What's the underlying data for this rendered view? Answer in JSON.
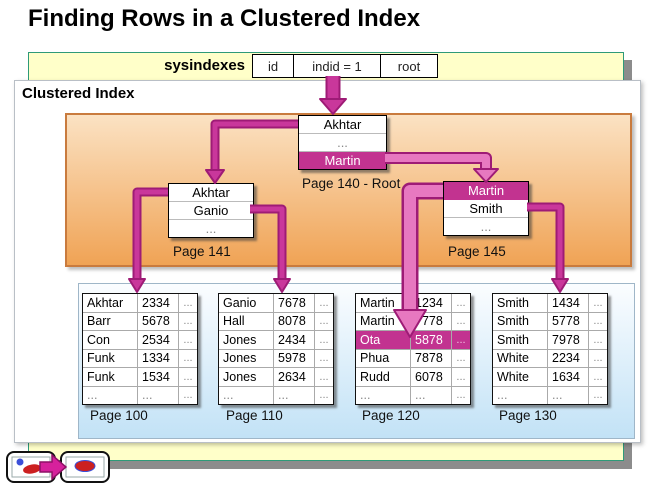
{
  "title": "Finding Rows in a Clustered Index",
  "colors": {
    "accent": "#C23390",
    "accent_dark": "#9E1B76",
    "accent_mid": "#C9379B",
    "accent_light": "#E778C0",
    "yellow_bg": "#FFFFC9",
    "yellow_border": "#2E9A78",
    "orange_top": "#FBE2C3",
    "orange_bottom": "#F0A355",
    "orange_border": "#C97B3E",
    "leaf_top": "#FBFDFF",
    "leaf_bottom": "#C2E2F6"
  },
  "sysindexes": {
    "label": "sysindexes",
    "cells": [
      "id",
      "indid = 1",
      "root"
    ]
  },
  "clustered_index_label": "Clustered Index",
  "index_pages": {
    "root": {
      "rows": [
        "Akhtar",
        "...",
        "Martin"
      ],
      "highlight_row": 2,
      "label": "Page 140 - Root"
    },
    "intermediate": [
      {
        "rows": [
          "Akhtar",
          "Ganio",
          "..."
        ],
        "highlight_row": -1,
        "label": "Page 141"
      },
      {
        "rows": [
          "Martin",
          "Smith",
          "..."
        ],
        "highlight_row": 0,
        "label": "Page 145"
      }
    ]
  },
  "leaf_pages": [
    {
      "label": "Page 100",
      "highlight_row": -1,
      "rows": [
        [
          "Akhtar",
          "2334",
          "..."
        ],
        [
          "Barr",
          "5678",
          "..."
        ],
        [
          "Con",
          "2534",
          "..."
        ],
        [
          "Funk",
          "1334",
          "..."
        ],
        [
          "Funk",
          "1534",
          "..."
        ],
        [
          "...",
          "...",
          "..."
        ]
      ]
    },
    {
      "label": "Page 110",
      "highlight_row": -1,
      "rows": [
        [
          "Ganio",
          "7678",
          "..."
        ],
        [
          "Hall",
          "8078",
          "..."
        ],
        [
          "Jones",
          "2434",
          "..."
        ],
        [
          "Jones",
          "5978",
          "..."
        ],
        [
          "Jones",
          "2634",
          "..."
        ],
        [
          "...",
          "...",
          "..."
        ]
      ]
    },
    {
      "label": "Page 120",
      "highlight_row": 2,
      "rows": [
        [
          "Martin",
          "1234",
          "..."
        ],
        [
          "Martin",
          "7778",
          "..."
        ],
        [
          "Ota",
          "5878",
          "..."
        ],
        [
          "Phua",
          "7878",
          "..."
        ],
        [
          "Rudd",
          "6078",
          "..."
        ],
        [
          "...",
          "...",
          "..."
        ]
      ]
    },
    {
      "label": "Page 130",
      "highlight_row": -1,
      "rows": [
        [
          "Smith",
          "1434",
          "..."
        ],
        [
          "Smith",
          "5778",
          "..."
        ],
        [
          "Smith",
          "7978",
          "..."
        ],
        [
          "White",
          "2234",
          "..."
        ],
        [
          "White",
          "1634",
          "..."
        ],
        [
          "...",
          "...",
          "..."
        ]
      ]
    }
  ]
}
